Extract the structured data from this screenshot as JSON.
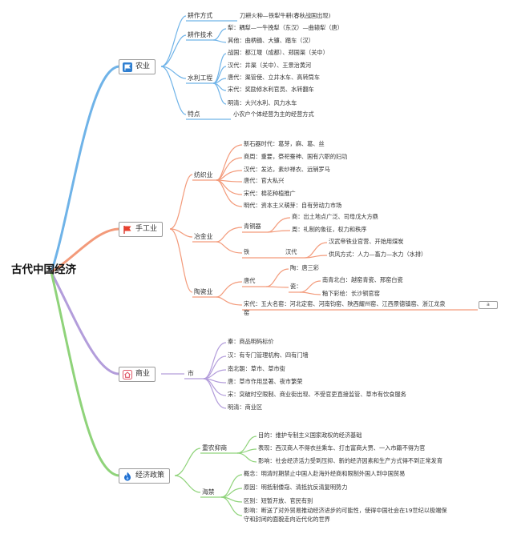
{
  "root": "古代中国经济",
  "branches": {
    "agri": {
      "label": "农业",
      "farming_label": "耕作方式",
      "farming_value": "刀耕火种—铁犁牛耕(春秋战国出现)",
      "tech_label": "耕作技术",
      "tech_plough": "犁：耦犁—一牛挽犁（东汉）—曲辕犁（唐）",
      "tech_other": "其他：曲柄锄、大镰、踏车（汉）",
      "water_label": "水利工程",
      "water": [
        "战国：都江堰（成都）、郑国渠（关中）",
        "汉代：井渠（关中）、王景治黄河",
        "唐代：渠管使、立井水车、高转筒车",
        "宋代：奖励修水利官员、水转翻车",
        "明清：大兴水利、风力水车"
      ],
      "feature_label": "特点",
      "feature_value": "小农户个体经营为主的经营方式"
    },
    "craft": {
      "label": "手工业",
      "textile_label": "纺织业",
      "textile": [
        "新石器时代：葛芽，麻、葛、丝",
        "商周：重要，祭祀蚕神、国有六职的妇功",
        "汉代：发达，素纱禅衣、远销罗马",
        "唐代：官大私兴",
        "宋代：棉花种植推广",
        "明代：资本主义萌芽：自有劳动力市场"
      ],
      "metal_label": "冶金业",
      "bronze_label": "青铜器",
      "bronze_shang": "商：出土地点广泛、司母戊大方鼎",
      "bronze_zhou": "周：礼制的象征，权力和秩序",
      "iron_label": "铁",
      "han_label": "汉代",
      "iron_a": "汉武帝铁业官营、开始用煤炭",
      "iron_b": "供风方式：人力—畜力—水力（水排）",
      "ceramic_label": "陶瓷业",
      "tang_label": "唐代",
      "pottery": "陶：唐三彩",
      "porcelain_label": "瓷：",
      "porcelain_a": "南青北白：越窑青瓷、邢窑白瓷",
      "porcelain_b": "釉下彩绘：长沙铜官窑",
      "song_line1": "宋代：五大名窑：河北定窑、河南钧窑、陕西耀州窑、江西景德镇窑、浙江龙泉",
      "song_line2": "窑",
      "badge": "a"
    },
    "commerce": {
      "label": "商业",
      "market_label": "市",
      "items": [
        "秦：商品明码标价",
        "汉：有专门管理机构、四有门墙",
        "南北朝：草市、草市街",
        "唐：草市作用显著、夜市繁荣",
        "宋：突破时空限制、商业街出现、不受官吏直接监管、草市有饮食服务",
        "明清：商业区"
      ]
    },
    "policy": {
      "label": "经济政策",
      "zhongnong_label": "重农抑商",
      "zhongnong": [
        "目的：维护专制主义国家政权的经济基础",
        "表现：西汉商人不得衣丝乘车、打击富商大贾、一入市籍不得为官",
        "影响：社会经济活力受到压抑、新的经济因素和生产方式得不到正常发育"
      ],
      "haijin_label": "海禁",
      "haijin": [
        "概念：明清时期禁止中国人赴海外经商和限制外国人到中国贸易",
        "原因：明抵制倭寇、清抵抗反清复明势力",
        "区别：短暂开放、官民有别",
        "影响：断送了对外贸易推动经济进步的可能性，使得中国社会在19世纪以极端保"
      ],
      "haijin_tail": "守和封闭的面貌走向近代化的世界"
    }
  },
  "colors": {
    "agri": "#6fb3e8",
    "craft": "#f39a7a",
    "commerce": "#b39ddb",
    "policy": "#8fd37a"
  }
}
